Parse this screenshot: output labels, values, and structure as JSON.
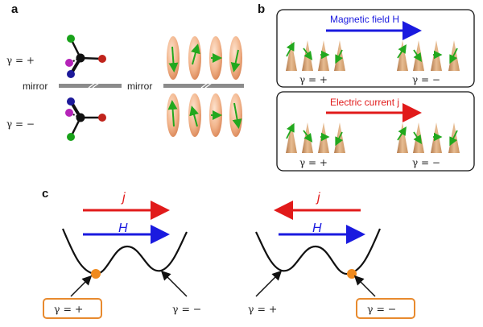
{
  "panels": {
    "a": "a",
    "b": "b",
    "c": "c"
  },
  "panel_a": {
    "gamma_top": "γ = +",
    "gamma_bottom": "γ = −",
    "mirror_left": "mirror",
    "mirror_right": "mirror"
  },
  "panel_b": {
    "box1_arrow_label": "Magnetic field H",
    "box1_gamma_left": "γ = +",
    "box1_gamma_right": "γ = −",
    "box2_arrow_label": "Electric current j",
    "box2_gamma_left": "γ = +",
    "box2_gamma_right": "γ = −"
  },
  "panel_c": {
    "left_j": "j",
    "left_H": "H",
    "left_gamma_plus_boxed": "γ = +",
    "left_gamma_minus": "γ = −",
    "right_j": "j",
    "right_H": "H",
    "right_gamma_plus": "γ = +",
    "right_gamma_minus_boxed": "γ = −"
  },
  "colors": {
    "magnetic_field_arrow": "#1a1adf",
    "electric_current_arrow": "#e11a1a",
    "ball": "#f08a1e",
    "highlight_box": "#e88a2e",
    "spin_arrow": "#22a81e",
    "cone": "#d9a878"
  }
}
